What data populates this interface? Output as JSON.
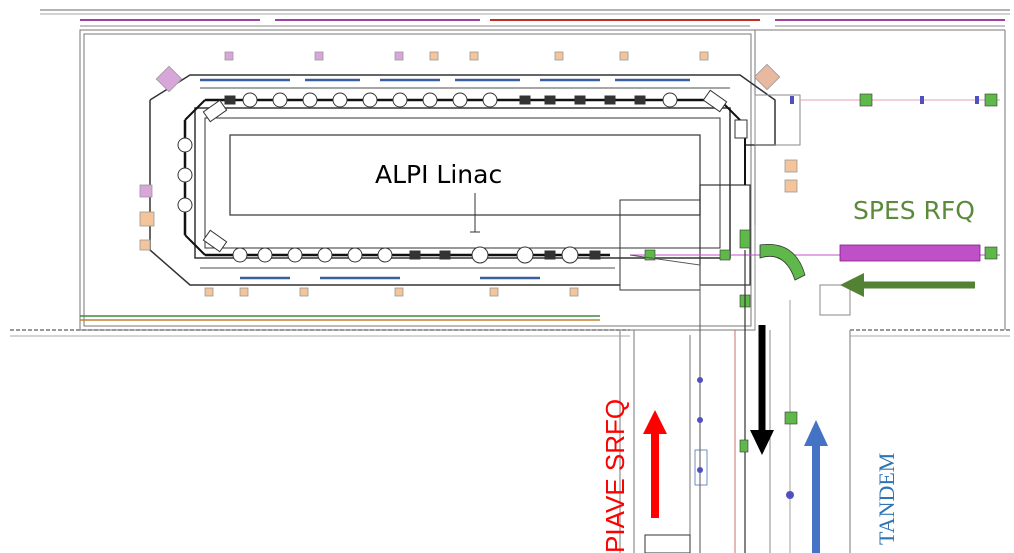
{
  "labels": {
    "linac": "ALPI Linac",
    "rfq_spes": "SPES RFQ",
    "rfq_piave": "PIAVE SRFQ",
    "tandem": "TANDEM"
  },
  "colors": {
    "spes": "#5b8a3a",
    "piave": "#ff0000",
    "tandem": "#2e75b6",
    "black_arrow": "#000000",
    "blue_arrow": "#4472c4",
    "green_arrow": "#548235",
    "magnet_green": "#5fb84a",
    "magenta": "#c050c8"
  },
  "arrows": [
    {
      "name": "spes-injection-arrow",
      "direction": "left",
      "color": "#548235"
    },
    {
      "name": "piave-injection-arrow",
      "direction": "up",
      "color": "#ff0000"
    },
    {
      "name": "transfer-down-arrow",
      "direction": "down",
      "color": "#000000"
    },
    {
      "name": "tandem-injection-arrow",
      "direction": "up",
      "color": "#4472c4"
    }
  ]
}
